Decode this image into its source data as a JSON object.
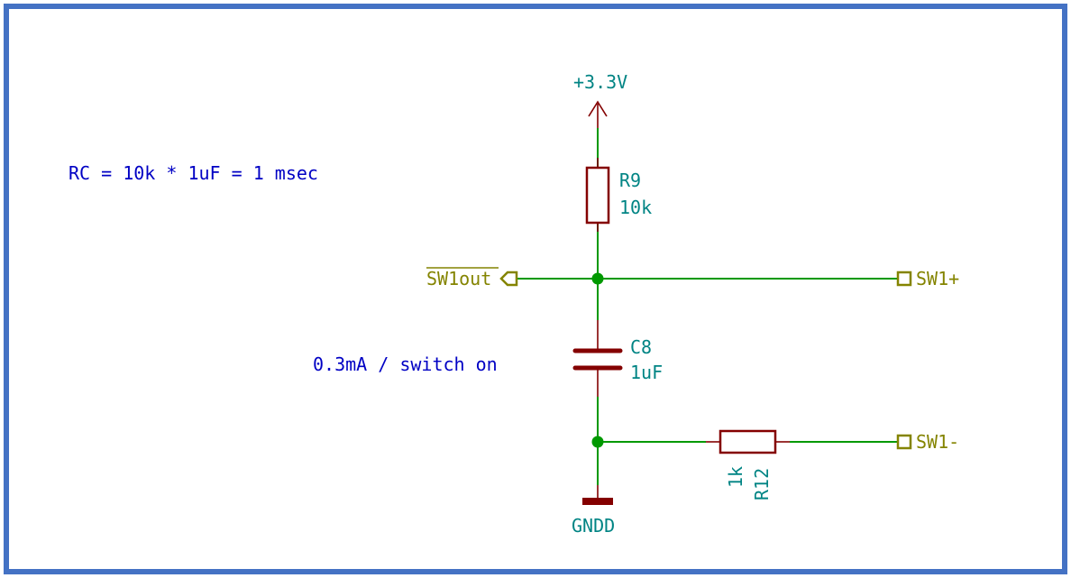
{
  "notes": {
    "rc_formula": "RC = 10k * 1uF = 1 msec",
    "current_note": "0.3mA / switch on"
  },
  "power": {
    "supply_label": "+3.3V",
    "ground_label": "GNDD"
  },
  "components": {
    "r9": {
      "ref": "R9",
      "value": "10k"
    },
    "c8": {
      "ref": "C8",
      "value": "1uF"
    },
    "r12": {
      "ref": "R12",
      "value": "1k"
    }
  },
  "labels": {
    "sw1out": "SW1out",
    "sw1_plus": "SW1+",
    "sw1_minus": "SW1-"
  },
  "colors": {
    "frame": "#4472c4",
    "wire": "#009900",
    "component": "#840000",
    "ref_text": "#008484",
    "note_text": "#0000c4",
    "label": "#848400",
    "junction": "#009900"
  }
}
